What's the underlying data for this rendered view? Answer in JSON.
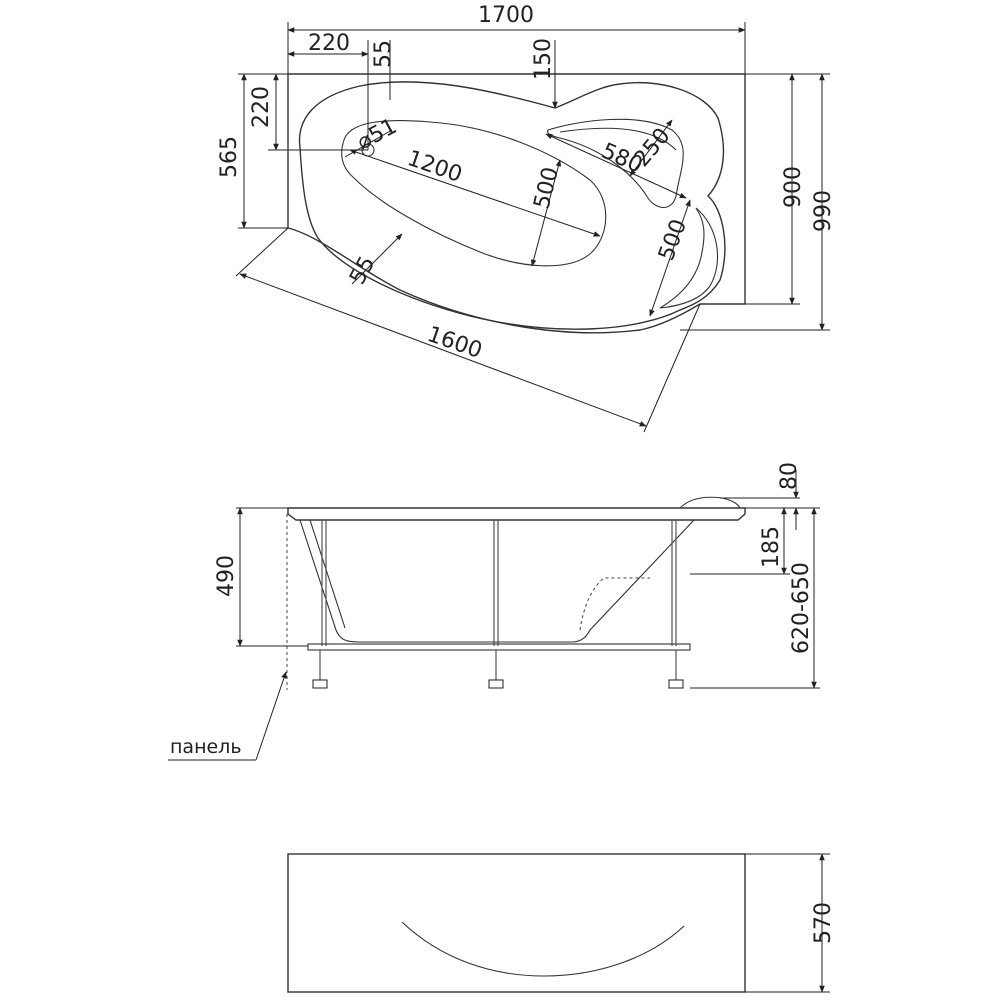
{
  "top_view": {
    "dims": {
      "d1700": "1700",
      "d220_top": "220",
      "d55_top": "55",
      "d150": "150",
      "d220_left": "220",
      "d565": "565",
      "d51": "⌀51",
      "d1200": "1200",
      "d500_a": "500",
      "d580": "580",
      "d250": "250",
      "d500_b": "500",
      "d900": "900",
      "d990": "990",
      "d55_bottom": "55",
      "d1600": "1600"
    }
  },
  "side_view": {
    "dims": {
      "d80": "80",
      "d185": "185",
      "d620_650": "620-650",
      "d490": "490"
    },
    "panel_label": "панель"
  },
  "panel_view": {
    "dims": {
      "d570": "570"
    }
  }
}
